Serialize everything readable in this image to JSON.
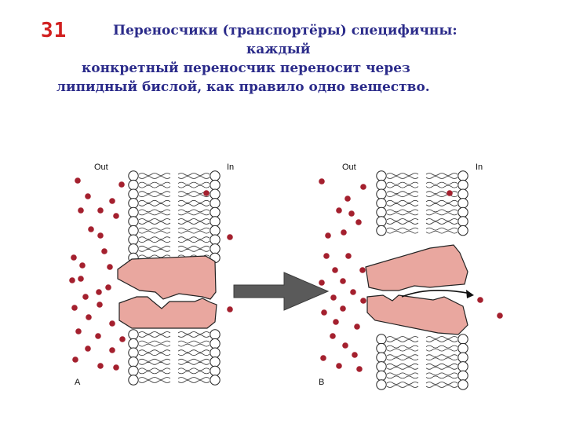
{
  "slide": {
    "number": "31",
    "title_lines": [
      "Переносчики (транспортёры) специфичны:",
      "каждый",
      "конкретный переносчик переносит через",
      "липидный бислой, как правило одно вещество."
    ]
  },
  "figure": {
    "panel_a": {
      "out_label": "Out",
      "in_label": "In",
      "panel_label": "A"
    },
    "panel_b": {
      "out_label": "Out",
      "in_label": "In",
      "panel_label": "B"
    },
    "colors": {
      "molecule": "#a4202e",
      "protein": "#e9a79f",
      "arrow": "#5a5a5a",
      "title": "#2b2b8a",
      "number": "#d11f1f"
    }
  }
}
